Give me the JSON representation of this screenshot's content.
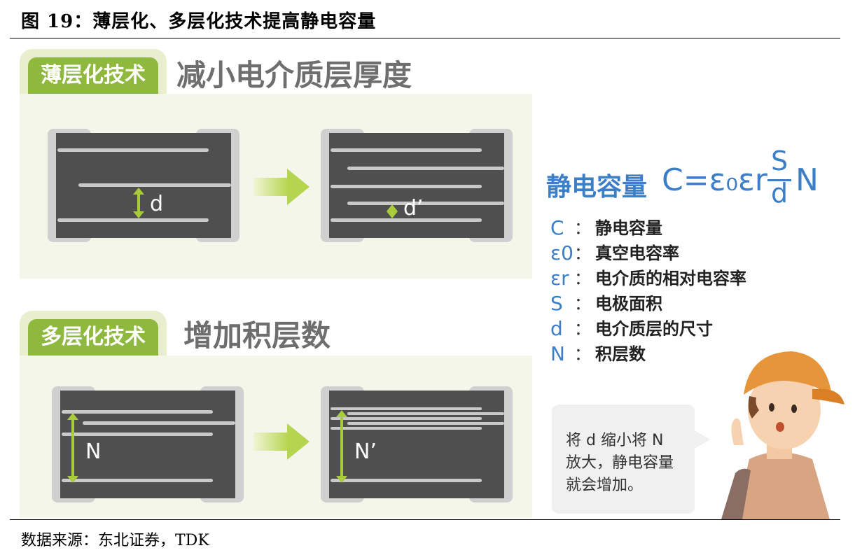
{
  "figure_title": "图 19：薄层化、多层化技术提高静电容量",
  "section_thin": {
    "tag": "薄层化技术",
    "heading": "减小电介质层厚度",
    "before_label": "d",
    "after_label": "d’"
  },
  "section_multi": {
    "tag": "多层化技术",
    "heading": "增加积层数",
    "before_label": "N",
    "after_label": "N’"
  },
  "formula": {
    "label": "静电容量",
    "lhs": "C=ε₀εr",
    "numerator": "S",
    "denominator": "d",
    "multiplier": "N"
  },
  "legend": [
    {
      "symbol": "C",
      "colon": "：",
      "text": "静电容量"
    },
    {
      "symbol": "ε0",
      "colon": "：",
      "text": "真空电容率"
    },
    {
      "symbol": "εr",
      "colon": "：",
      "text": "电介质的相对电容率"
    },
    {
      "symbol": "S",
      "colon": "：",
      "text": "电极面积"
    },
    {
      "symbol": "d",
      "colon": "：",
      "text": "电介质层的尺寸"
    },
    {
      "symbol": "N",
      "colon": "：",
      "text": "积层数"
    }
  ],
  "speech_bubble": "将 d 缩小将 N\n放大，静电容量\n就会增加。",
  "source": "数据来源：东北证券，TDK",
  "colors": {
    "accent_green": "#8fb83e",
    "formula_blue": "#3d7fc7",
    "chip_gray": "#4f4f4f",
    "cap_orange": "#e6953a"
  }
}
